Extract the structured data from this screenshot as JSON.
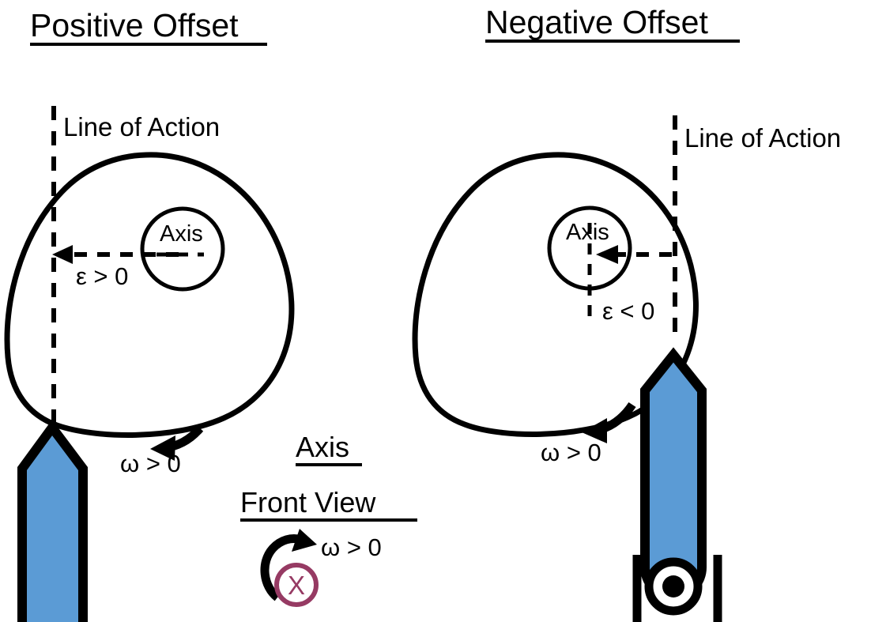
{
  "figure": {
    "kind": "cam-follower-offset-diagram",
    "background_color": "#ffffff",
    "ink_color": "#000000",
    "blade_color": "#5B9BD5",
    "pivot_symbol_color": "#963A63"
  },
  "panels": {
    "left": {
      "title": "Positive Offset",
      "line_of_action_label": "Line of Action",
      "axis_label": "Axis",
      "offset_label": "ε > 0",
      "omega_label": "ω > 0",
      "offset_sign": "positive",
      "arrow_direction": "left"
    },
    "right": {
      "title": "Negative Offset",
      "line_of_action_label": "Line of Action",
      "axis_label": "Axis",
      "offset_label": "ε < 0",
      "omega_label": "ω > 0",
      "offset_sign": "negative",
      "arrow_direction": "left"
    }
  },
  "center": {
    "title_line1": "Axis",
    "title_line2": "Front View",
    "omega_label": "ω > 0",
    "rotation_glyph": "X",
    "rotation_sense": "counterclockwise"
  }
}
